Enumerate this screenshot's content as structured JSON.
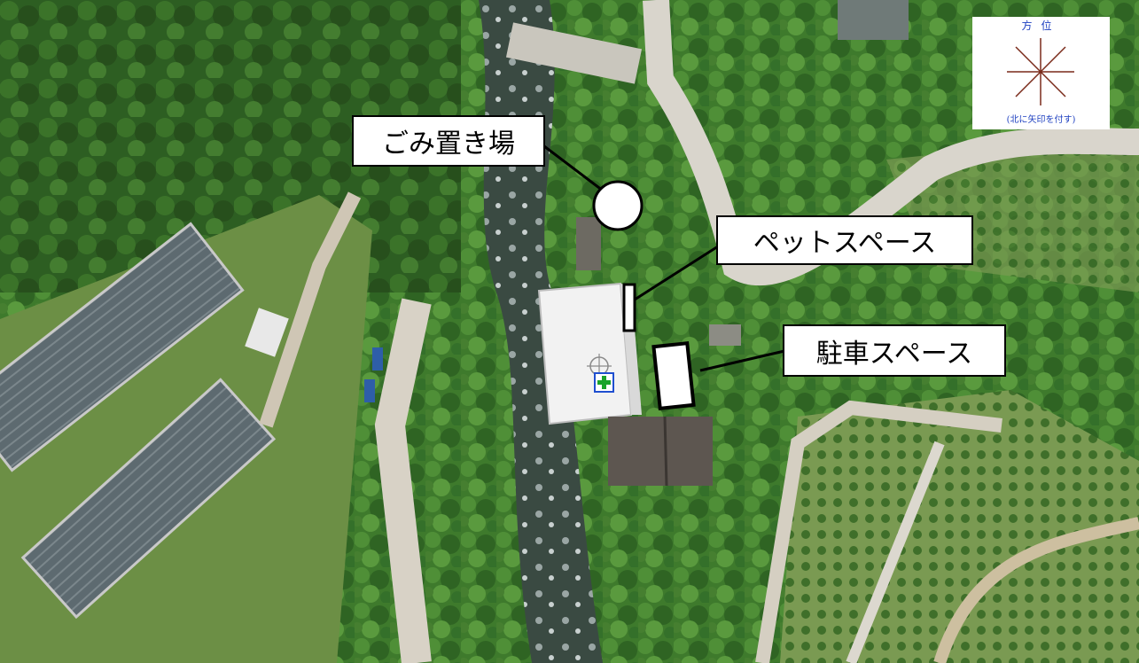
{
  "labels": {
    "garbage": "ごみ置き場",
    "pet": "ペットスペース",
    "parking": "駐車スペース"
  },
  "compass": {
    "title": "方位",
    "note": "(北に矢印を付す)",
    "text_color": "#1d3fc0",
    "rose_color": "#7a2a1a"
  },
  "map_icons": [
    "crosshair-icon",
    "first-aid-icon"
  ],
  "colors": {
    "first_aid_green": "#1aa32a",
    "first_aid_border": "#1f4fd0"
  }
}
